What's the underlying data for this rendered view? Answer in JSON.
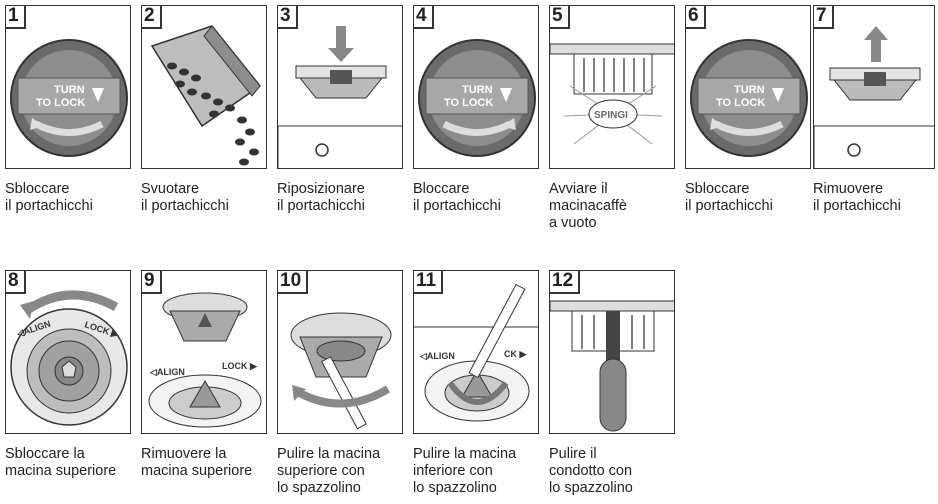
{
  "steps": [
    {
      "number": "1",
      "caption": "Sbloccare\nil portachicchi",
      "dial_text": [
        "TURN",
        "TO LOCK"
      ]
    },
    {
      "number": "2",
      "caption": "Svuotare\nil portachicchi"
    },
    {
      "number": "3",
      "caption": "Riposizionare\nil portachicchi"
    },
    {
      "number": "4",
      "caption": "Bloccare\nil portachicchi",
      "dial_text": [
        "TURN",
        "TO LOCK"
      ]
    },
    {
      "number": "5",
      "caption": "Avviare il\nmacinacaffè\na vuoto",
      "button_text": "SPINGI"
    },
    {
      "number": "6",
      "caption": "Sbloccare\nil portachicchi",
      "dial_text": [
        "TURN",
        "TO LOCK"
      ]
    },
    {
      "number": "7",
      "caption": "Rimuovere\nil portachicchi"
    },
    {
      "number": "8",
      "caption": "Sbloccare la\nmacina superiore",
      "ring_text": [
        "◁ALIGN",
        "LOCK ▶"
      ]
    },
    {
      "number": "9",
      "caption": "Rimuovere la\nmacina superiore",
      "ring_text": [
        "◁ALIGN",
        "LOCK ▶"
      ]
    },
    {
      "number": "10",
      "caption": "Pulire la macina\nsuperiore con\nlo spazzolino"
    },
    {
      "number": "11",
      "caption": "Pulire la macina\ninferiore con\nlo spazzolino",
      "ring_text": [
        "◁ALIGN",
        "CK ▶"
      ]
    },
    {
      "number": "12",
      "caption": "Pulire il\ncondotto con\nlo spazzolino"
    }
  ],
  "colors": {
    "border": "#333333",
    "gray_dark": "#555555",
    "gray_mid": "#8a8a8a",
    "gray_light": "#c8c8c8"
  }
}
